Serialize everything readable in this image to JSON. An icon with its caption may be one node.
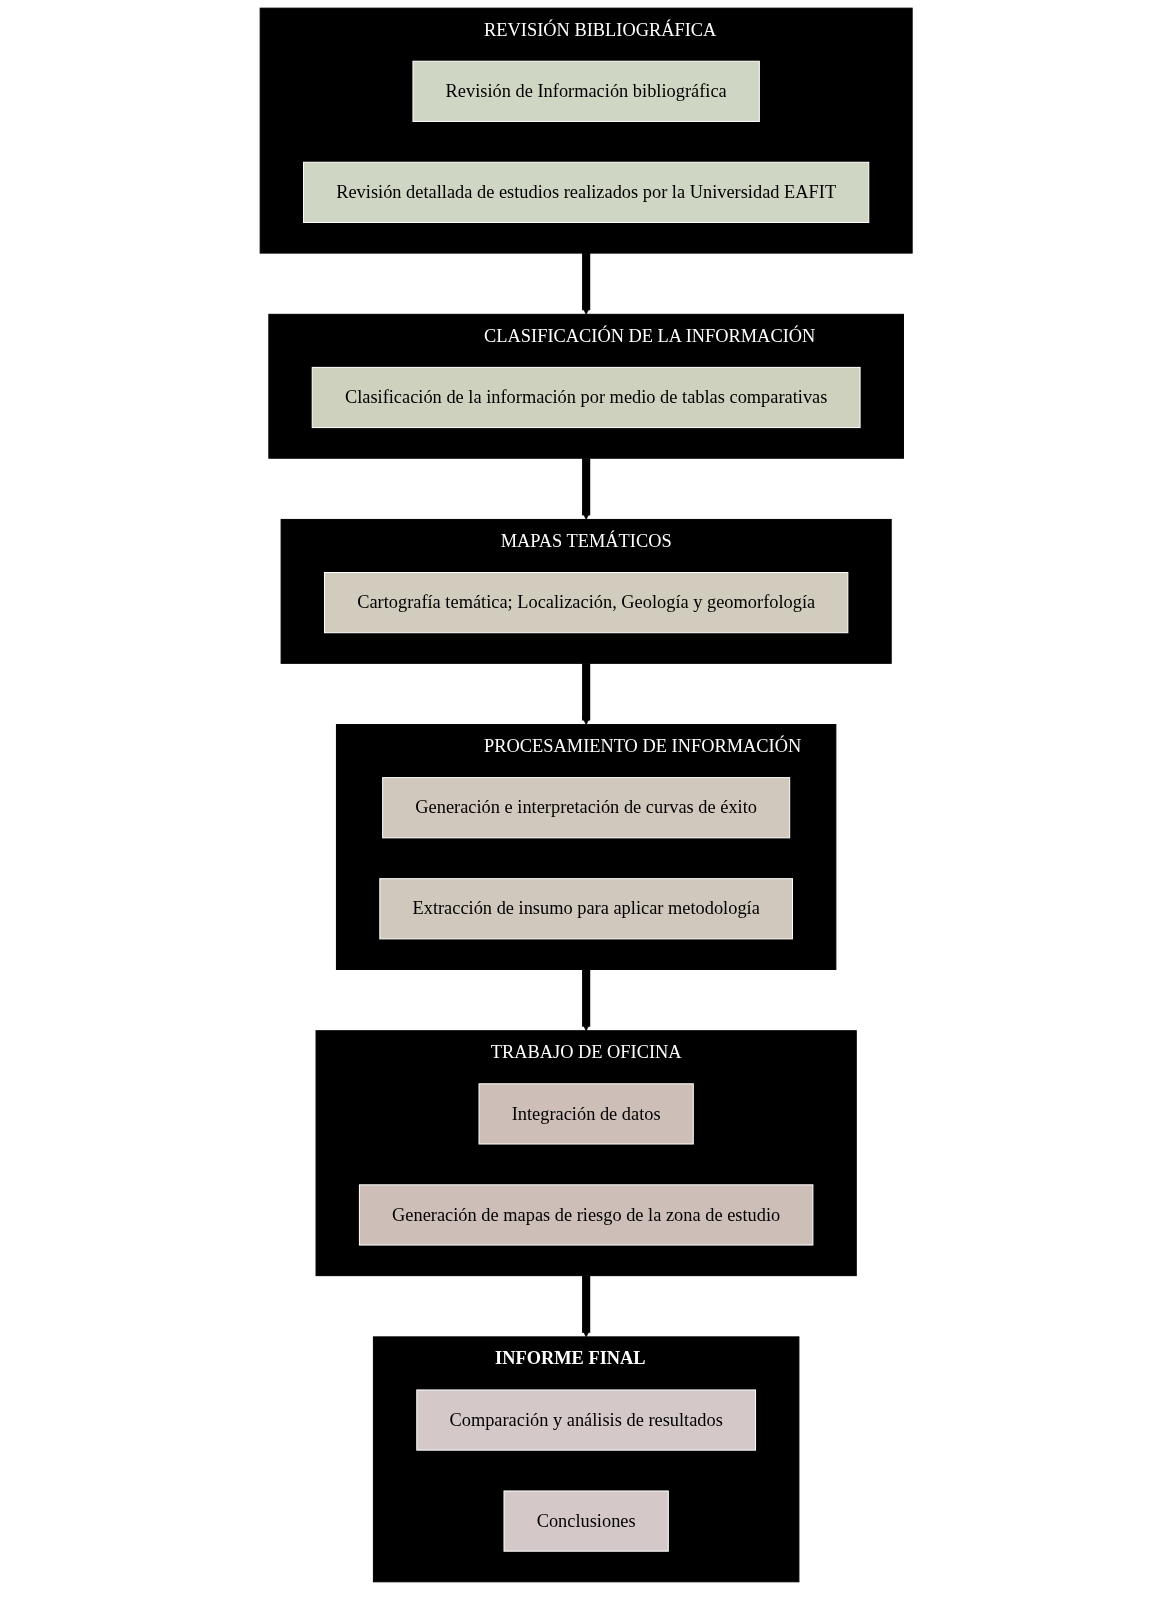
{
  "diagram": {
    "nodes": [
      {
        "text": [
          "REVISIÓN BIBLIOGRÁFICA"
        ]
      },
      {
        "text": [
          "Revisión de Información bibliográfica"
        ],
        "in": 0
      },
      {
        "text": [
          "Revisión detallada de estudios realizados por la Universidad EAFIT"
        ],
        "in": 0
      },
      {
        "text": [
          "CLASIFICACIÓN DE LA INFORMACIÓN"
        ]
      },
      {
        "text": [
          "Clasificación de la información por medio de tablas comparativas"
        ],
        "in": 3
      },
      {
        "text": [
          "MAPAS TEMÁTICOS"
        ]
      },
      {
        "text": [
          "Cartografía temática; Localización, Geología y geomorfología"
        ],
        "in": 5
      },
      {
        "text": [
          "PROCESAMIENTO DE INFORMACIÓN"
        ]
      },
      {
        "text": [
          "Generación e interpretación de curvas de éxito"
        ],
        "in": 7
      },
      {
        "text": [
          "Extracción de insumo para aplicar metodología"
        ],
        "in": 7
      },
      {
        "text": [
          "TRABAJO DE OFICINA"
        ]
      },
      {
        "text": [
          "Integración de datos"
        ],
        "in": 10
      },
      {
        "text": [
          "Generación de mapas de riesgo de la zona de estudio"
        ],
        "in": 10
      },
      {
        "text": [
          "INFORME FINAL"
        ]
      },
      {
        "text": [
          "Comparación y análisis de resultados"
        ],
        "in": 13
      },
      {
        "text": [
          "Conclusiones"
        ],
        "in": 13
      }
    ],
    "edges": [
      {
        "from": 0,
        "to": 3,
        "arrow": "to"
      },
      {
        "from": 3,
        "to": 5,
        "arrow": "to"
      },
      {
        "from": 5,
        "to": 7,
        "arrow": "to"
      },
      {
        "from": 7,
        "to": 10,
        "arrow": "to"
      },
      {
        "from": 10,
        "to": 13,
        "arrow": "to"
      }
    ]
  }
}
